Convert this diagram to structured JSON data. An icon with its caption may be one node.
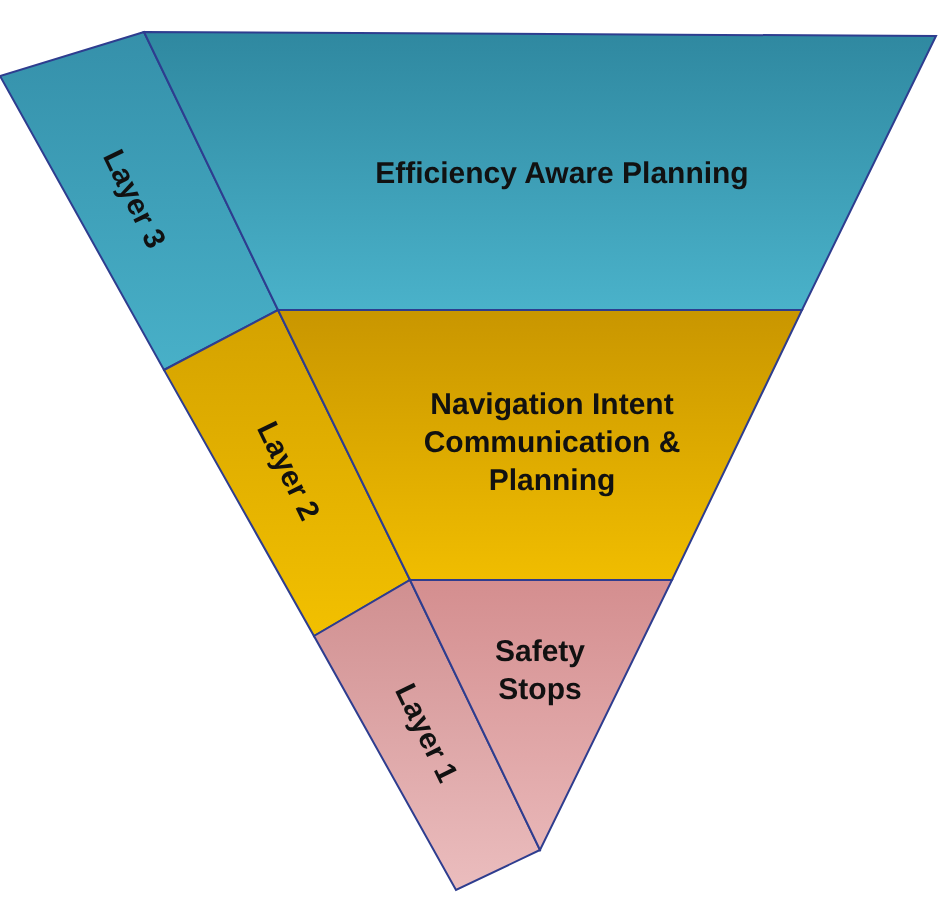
{
  "diagram": {
    "nodes": [
      {
        "text": [
          "Layer 3"
        ]
      },
      {
        "text": [
          "Efficiency Aware Planning"
        ]
      },
      {
        "text": [
          "Layer 2"
        ]
      },
      {
        "text": [
          "Navigation Intent Communication & Planning"
        ]
      },
      {
        "text": [
          "Layer 1"
        ]
      },
      {
        "text": [
          "Safety Stops"
        ]
      }
    ]
  }
}
